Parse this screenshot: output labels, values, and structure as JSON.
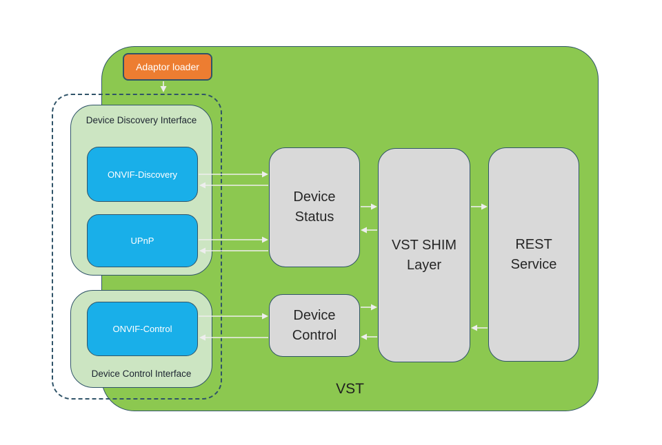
{
  "diagram": {
    "title": "VST",
    "adaptor_loader": {
      "label": "Adaptor loader"
    },
    "discovery_group": {
      "label": "Device Discovery Interface",
      "children": [
        {
          "label": "ONVIF-Discovery"
        },
        {
          "label": "UPnP"
        }
      ]
    },
    "control_group": {
      "label": "Device Control Interface",
      "children": [
        {
          "label": "ONVIF-Control"
        }
      ]
    },
    "nodes": {
      "device_status": {
        "lines": [
          "Device",
          "Status"
        ]
      },
      "device_control": {
        "lines": [
          "Device",
          "Control"
        ]
      },
      "vst_shim": {
        "lines": [
          "VST SHIM",
          "Layer"
        ]
      },
      "rest_service": {
        "lines": [
          "REST",
          "Service"
        ]
      }
    },
    "connections": [
      {
        "id": "adaptor-to-discovery",
        "from": "Adaptor loader",
        "to": "Device Discovery Interface"
      },
      {
        "id": "onvifdiscovery-to-devicestatus",
        "from": "ONVIF-Discovery",
        "to": "Device Status"
      },
      {
        "id": "devicestatus-to-onvifdiscovery",
        "from": "Device Status",
        "to": "ONVIF-Discovery"
      },
      {
        "id": "upnp-to-devicestatus",
        "from": "UPnP",
        "to": "Device Status"
      },
      {
        "id": "devicestatus-to-upnp",
        "from": "Device Status",
        "to": "UPnP"
      },
      {
        "id": "onvifcontrol-to-devicecontrol",
        "from": "ONVIF-Control",
        "to": "Device Control"
      },
      {
        "id": "devicecontrol-to-onvifcontrol",
        "from": "Device Control",
        "to": "ONVIF-Control"
      },
      {
        "id": "devicestatus-to-vstshim",
        "from": "Device Status",
        "to": "VST SHIM Layer"
      },
      {
        "id": "vstshim-to-devicestatus",
        "from": "VST SHIM Layer",
        "to": "Device Status"
      },
      {
        "id": "devicecontrol-to-vstshim",
        "from": "Device Control",
        "to": "VST SHIM Layer"
      },
      {
        "id": "vstshim-to-devicecontrol",
        "from": "VST SHIM Layer",
        "to": "Device Control"
      },
      {
        "id": "vstshim-to-restservice",
        "from": "VST SHIM Layer",
        "to": "REST Service"
      },
      {
        "id": "restservice-to-vstshim",
        "from": "REST Service",
        "to": "VST SHIM Layer"
      }
    ],
    "colors": {
      "boundary_green": "#8CC850",
      "group_light_green": "#CCE5C2",
      "adaptor_blue": "#19AFE9",
      "loader_orange": "#ED7D31",
      "pipeline_gray": "#D9D9D9",
      "outline_navy": "#2F5368",
      "arrow_light": "#EEEEEE"
    }
  }
}
